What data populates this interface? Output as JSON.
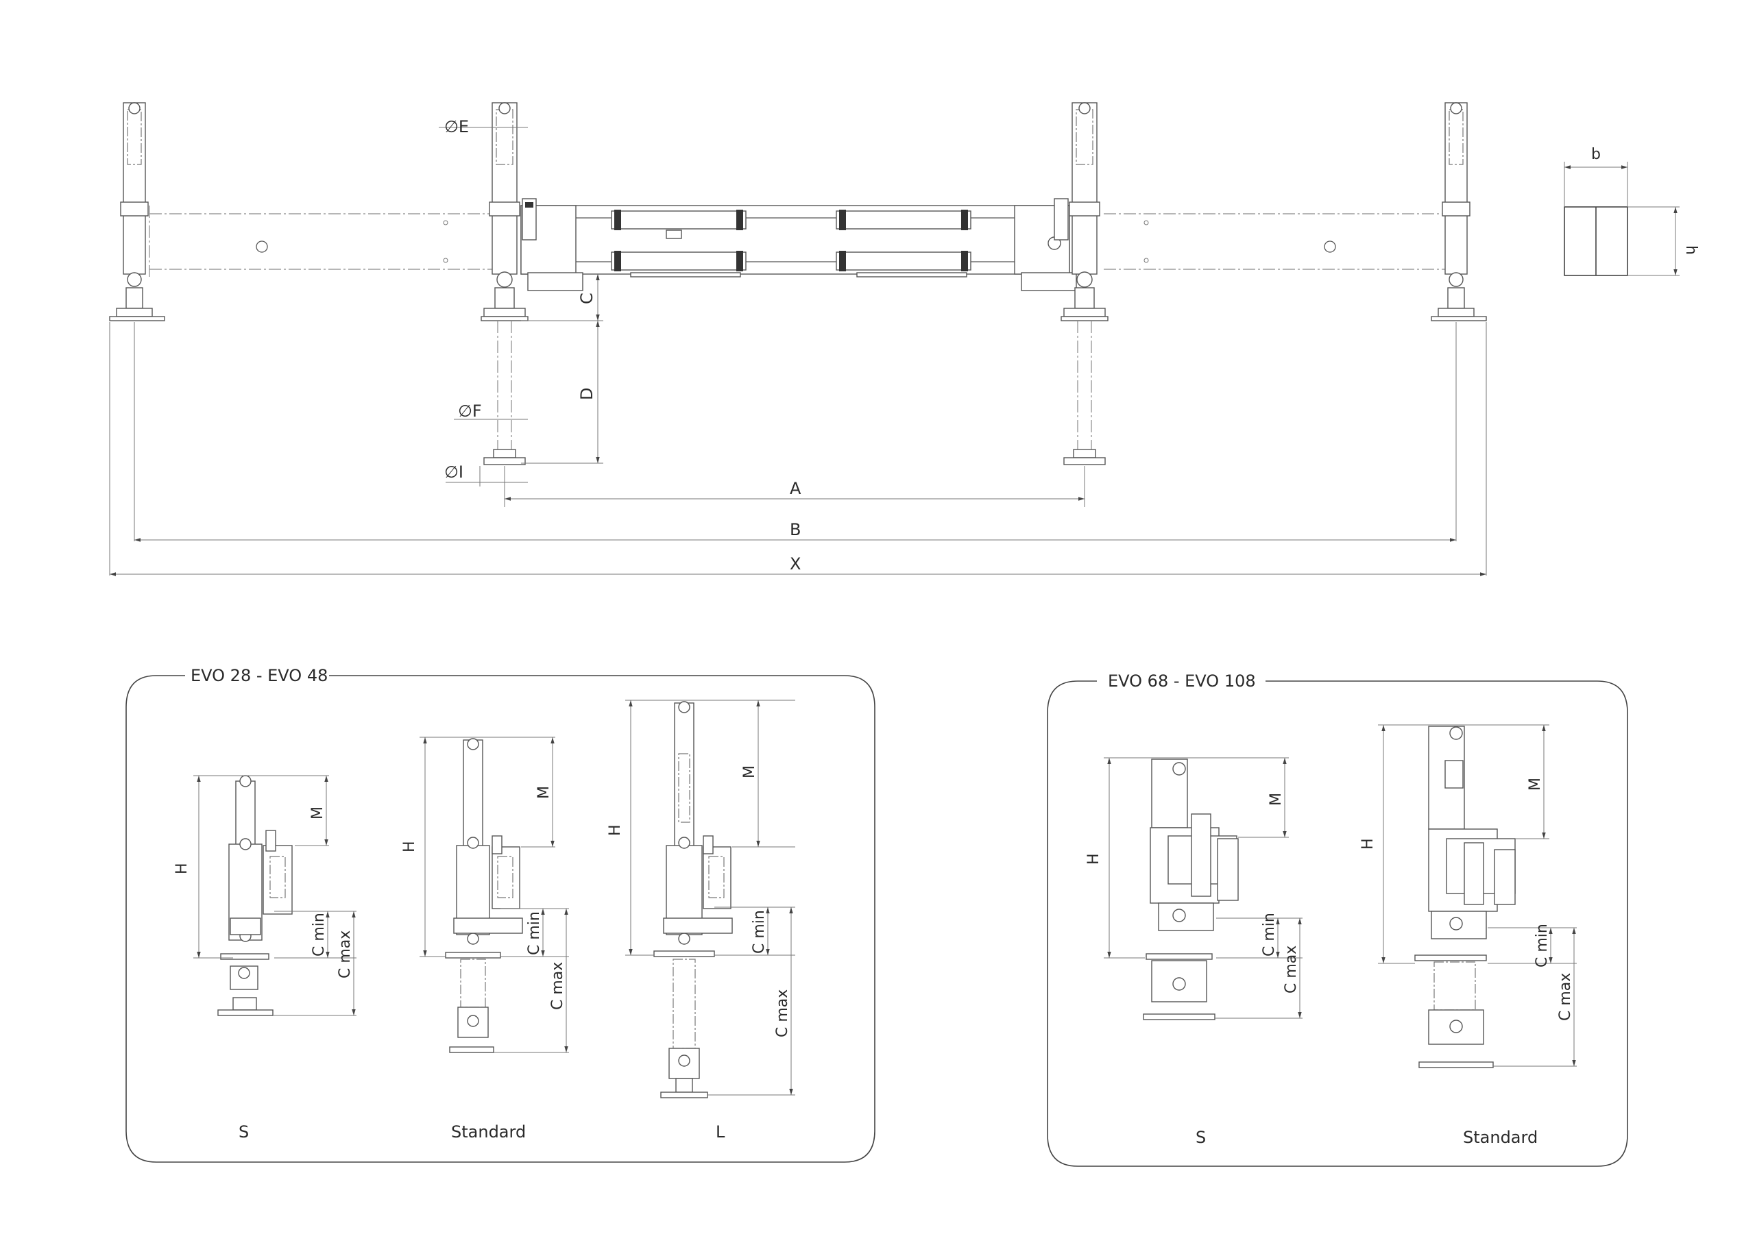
{
  "top_view": {
    "dimensions": {
      "dia_e": "∅E",
      "dia_f": "∅F",
      "dia_i": "∅I",
      "c": "C",
      "d": "D",
      "a": "A",
      "b": "B",
      "x": "X"
    },
    "section": {
      "width": "b",
      "height": "h"
    }
  },
  "panels": [
    {
      "title": "EVO 28 - EVO 48",
      "variants": [
        {
          "caption": "S",
          "h": "H",
          "m": "M",
          "c_min": "C min",
          "c_max": "C max"
        },
        {
          "caption": "Standard",
          "h": "H",
          "m": "M",
          "c_min": "C min",
          "c_max": "C max"
        },
        {
          "caption": "L",
          "h": "H",
          "m": "M",
          "c_min": "C min",
          "c_max": "C max"
        }
      ]
    },
    {
      "title": "EVO 68 - EVO 108",
      "variants": [
        {
          "caption": "S",
          "h": "H",
          "m": "M",
          "c_min": "C min",
          "c_max": "C max"
        },
        {
          "caption": "Standard",
          "h": "H",
          "m": "M",
          "c_min": "C min",
          "c_max": "C max"
        }
      ]
    }
  ]
}
